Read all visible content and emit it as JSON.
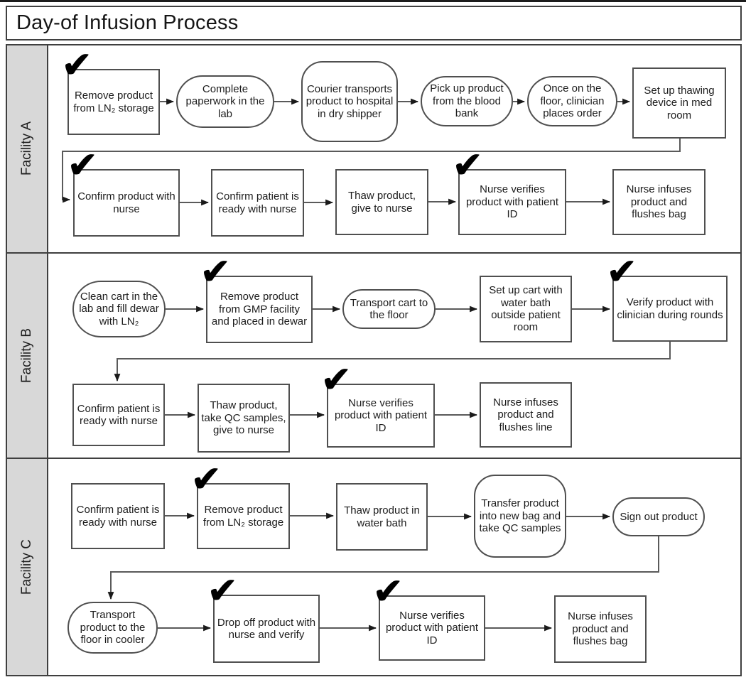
{
  "title": "Day-of Infusion Process",
  "icons": {
    "check": "✔"
  },
  "colors": {
    "lane_band": "#d8d8d8",
    "frame_border": "#3f3f3f",
    "box_border": "#4f4f4f",
    "connector": "#5a5a5a",
    "checkmark": "#000000"
  },
  "lanes": [
    {
      "label": "Facility A",
      "nodes": [
        {
          "label": "Remove product from LN₂ storage",
          "shape": "rect",
          "checked": true
        },
        {
          "label": "Complete paperwork in the lab",
          "shape": "stadium",
          "checked": false
        },
        {
          "label": "Courier transports product to hospital in dry shipper",
          "shape": "rounded",
          "checked": false
        },
        {
          "label": "Pick up product from the blood bank",
          "shape": "stadium",
          "checked": false
        },
        {
          "label": "Once on the floor, clinician places order",
          "shape": "stadium",
          "checked": false
        },
        {
          "label": "Set up thawing device in med room",
          "shape": "rect",
          "checked": false
        },
        {
          "label": "Confirm product with nurse",
          "shape": "rect",
          "checked": true
        },
        {
          "label": "Confirm patient is ready with nurse",
          "shape": "rect",
          "checked": false
        },
        {
          "label": "Thaw product, give to nurse",
          "shape": "rect",
          "checked": false
        },
        {
          "label": "Nurse verifies product with patient ID",
          "shape": "rect",
          "checked": true
        },
        {
          "label": "Nurse infuses product and flushes bag",
          "shape": "rect",
          "checked": false
        }
      ]
    },
    {
      "label": "Facility B",
      "nodes": [
        {
          "label": "Clean cart in the lab and fill dewar with LN₂",
          "shape": "stadium",
          "checked": false
        },
        {
          "label": "Remove product from GMP facility and placed in dewar",
          "shape": "rect",
          "checked": true
        },
        {
          "label": "Transport cart to the floor",
          "shape": "stadium",
          "checked": false
        },
        {
          "label": "Set up cart with water bath outside patient room",
          "shape": "rect",
          "checked": false
        },
        {
          "label": "Verify product with clinician during rounds",
          "shape": "rect",
          "checked": true
        },
        {
          "label": "Confirm patient is ready with nurse",
          "shape": "rect",
          "checked": false
        },
        {
          "label": "Thaw product, take QC samples, give to nurse",
          "shape": "rect",
          "checked": false
        },
        {
          "label": "Nurse verifies product with patient ID",
          "shape": "rect",
          "checked": true
        },
        {
          "label": "Nurse infuses product and flushes line",
          "shape": "rect",
          "checked": false
        }
      ]
    },
    {
      "label": "Facility C",
      "nodes": [
        {
          "label": "Confirm patient is ready with nurse",
          "shape": "rect",
          "checked": false
        },
        {
          "label": "Remove product from LN₂ storage",
          "shape": "rect",
          "checked": true
        },
        {
          "label": "Thaw product in water bath",
          "shape": "rect",
          "checked": false
        },
        {
          "label": "Transfer product into new bag and take QC samples",
          "shape": "rounded",
          "checked": false
        },
        {
          "label": "Sign out product",
          "shape": "stadium",
          "checked": false
        },
        {
          "label": "Transport product to the floor in cooler",
          "shape": "stadium",
          "checked": false
        },
        {
          "label": "Drop off product with nurse and verify",
          "shape": "rect",
          "checked": true
        },
        {
          "label": "Nurse verifies product with patient ID",
          "shape": "rect",
          "checked": true
        },
        {
          "label": "Nurse infuses product and flushes bag",
          "shape": "rect",
          "checked": false
        }
      ]
    }
  ]
}
